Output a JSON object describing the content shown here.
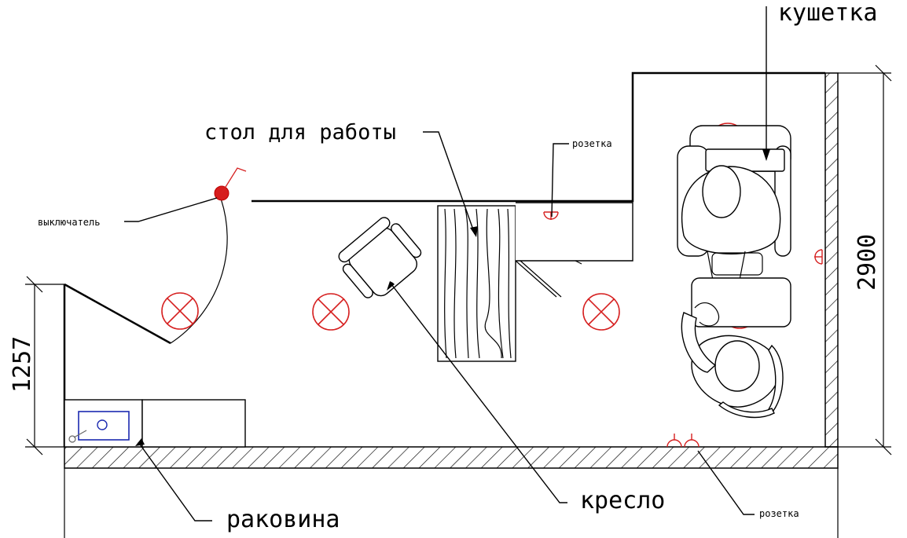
{
  "labels": {
    "couch": "кушетка",
    "desk": "стол для работы",
    "socket_top": "розетка",
    "switch": "выключатель",
    "armchair": "кресло",
    "sink": "раковина",
    "socket_bottom": "розетка"
  },
  "dimensions": {
    "left_height": "1257",
    "right_height": "2900"
  },
  "colors": {
    "light_fixture": "#d62020",
    "switch": "#d61c1c",
    "sink": "#1c2ab0"
  }
}
